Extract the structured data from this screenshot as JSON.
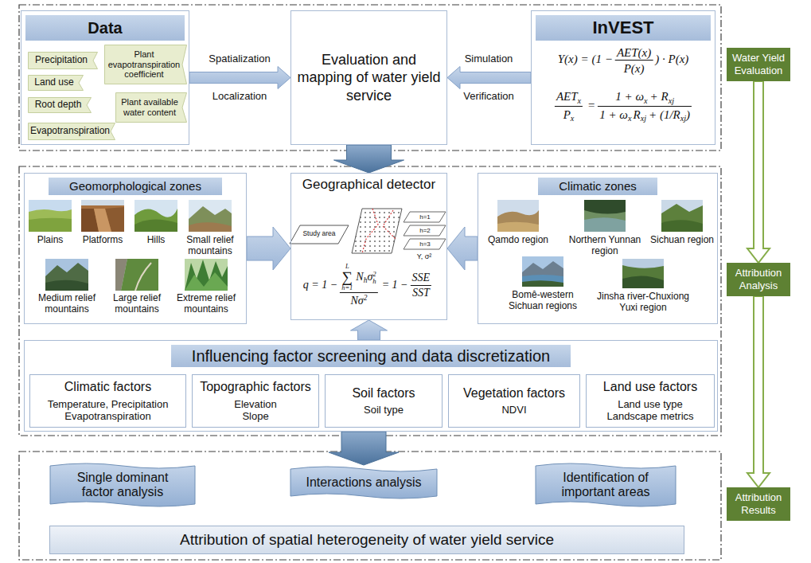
{
  "diagram": {
    "nodes": [
      {
        "text": [
          "Data"
        ]
      },
      {
        "text": [
          "Precipitation"
        ],
        "in": 0
      },
      {
        "text": [
          "Land use"
        ],
        "in": 0
      },
      {
        "text": [
          "Root depth"
        ],
        "in": 0
      },
      {
        "text": [
          "Evapotranspiration"
        ],
        "in": 0
      },
      {
        "text": [
          "Plant evapotranspiration coefficient"
        ],
        "in": 0
      },
      {
        "text": [
          "Plant available water content"
        ],
        "in": 0
      },
      {
        "text": [
          "Evaluation and mapping of water yield service"
        ]
      },
      {
        "text": [
          "InVEST"
        ]
      },
      {
        "text": [
          "Water Yield Evaluation"
        ]
      },
      {
        "text": [
          "Geomorphological zones"
        ]
      },
      {
        "text": [
          "Geographical detector"
        ]
      },
      {
        "text": [
          "Climatic zones"
        ]
      },
      {
        "text": [
          "Attribution Analysis"
        ]
      },
      {
        "text": [
          "Influencing factor screening and data discretization"
        ]
      },
      {
        "text": [
          "Climatic factors",
          "Temperature, Precipitation Evapotranspiration"
        ],
        "in": 14
      },
      {
        "text": [
          "Topographic factors",
          "Elevation Slope"
        ],
        "in": 14
      },
      {
        "text": [
          "Soil factors",
          "Soil type"
        ],
        "in": 14
      },
      {
        "text": [
          "Vegetation factors",
          "NDVI"
        ],
        "in": 14
      },
      {
        "text": [
          "Land use factors",
          "Land use type Landscape metrics"
        ],
        "in": 14
      },
      {
        "text": [
          "Single dominant factor analysis"
        ]
      },
      {
        "text": [
          "Interactions analysis"
        ]
      },
      {
        "text": [
          "Identification of important areas"
        ]
      },
      {
        "text": [
          "Attribution Results"
        ]
      },
      {
        "text": [
          "Attribution of spatial heterogeneity of water yield service"
        ]
      }
    ],
    "edges": [
      {
        "from": 0,
        "to": 7,
        "arrow": "to"
      },
      {
        "from": 8,
        "to": 7,
        "arrow": "to"
      },
      {
        "from": 7,
        "to": 11,
        "arrow": "to"
      },
      {
        "from": 10,
        "to": 11,
        "arrow": "to"
      },
      {
        "from": 12,
        "to": 11,
        "arrow": "to"
      },
      {
        "from": 14,
        "to": 11,
        "arrow": "to"
      },
      {
        "from": 14,
        "to": 21,
        "arrow": "to"
      },
      {
        "from": 9,
        "to": 13,
        "arrow": "to"
      },
      {
        "from": 13,
        "to": 23,
        "arrow": "to"
      }
    ],
    "labels": [
      "Spatialization",
      "Localization",
      "Simulation",
      "Verification",
      "Y(x) =",
      "(1 −",
      "AET(x)",
      "P(x)",
      ") · P(x)",
      "AET",
      "x",
      "P",
      "x",
      "=",
      "1 + ω",
      "x",
      "+ R",
      "xj",
      "1 + ω",
      "x",
      "R",
      "xj",
      "+ (1/R",
      "xj",
      ")",
      "Plains",
      "Platforms",
      "Hills",
      "Small relief mountains",
      "Medium relief mountains",
      "Large relief mountains",
      "Extreme relief mountains",
      "Study area",
      "h=1",
      "h=2",
      "h=3",
      "Y, σ²",
      "q = 1 −",
      "L",
      "∑",
      "h=1",
      "N",
      "h",
      "σ",
      "2",
      "h",
      "Nσ",
      "2",
      "= 1 −",
      "SSE",
      "SST",
      "Qamdo region",
      "Northern Yunnan region",
      "Sichuan region",
      "Bomê-western Sichuan regions",
      "Jinsha river-Chuxiong Yuxi region"
    ]
  }
}
